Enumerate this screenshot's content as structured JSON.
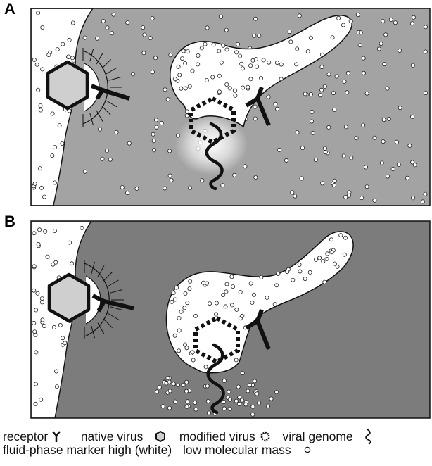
{
  "panels": [
    {
      "label": "A"
    },
    {
      "label": "B"
    }
  ],
  "legend": {
    "receptor": "receptor",
    "native_virus": "native virus",
    "modified_virus": "modified virus",
    "viral_genome": "viral genome",
    "fluid_phase": "fluid-phase marker high (white)",
    "low_mm": "low molecular mass"
  },
  "colors": {
    "panel_a_background": "#a3a3a3",
    "panel_b_background": "#7c7c7c",
    "cell_interior": "#ffffff",
    "virus_fill": "#cfcfcf",
    "stroke": "#111111"
  },
  "icons": [
    "receptor-icon",
    "native-virus-icon",
    "modified-virus-icon",
    "viral-genome-icon",
    "molecule-icon"
  ]
}
